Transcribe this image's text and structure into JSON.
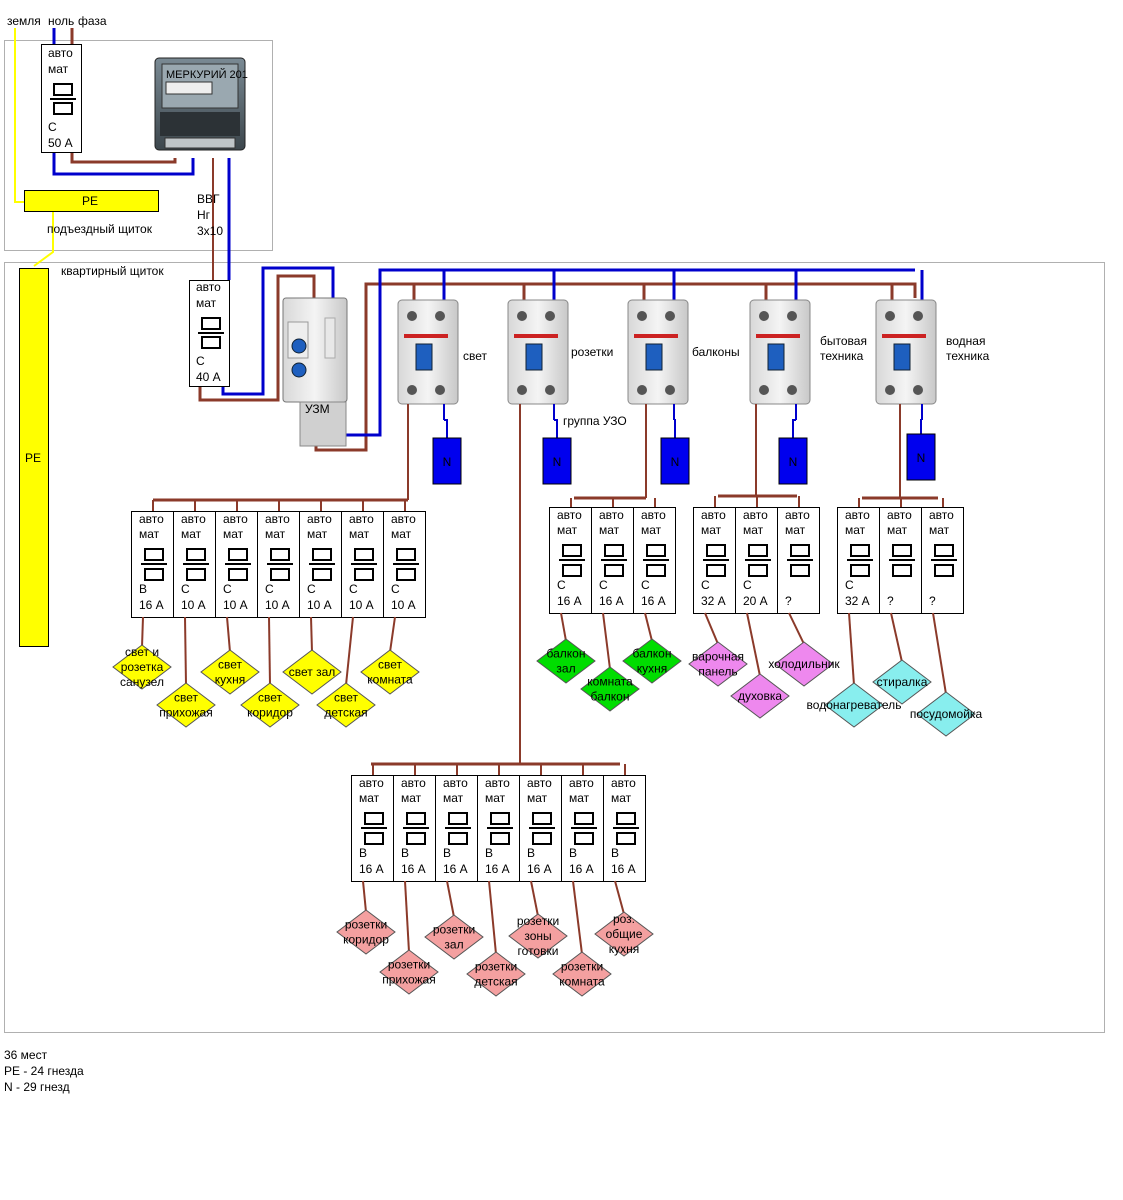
{
  "top_labels": {
    "ground": "земля",
    "neutral": "ноль",
    "phase": "фаза"
  },
  "entrance_panel": "подъездный щиток",
  "apartment_panel": "квартирный щиток",
  "pe_small": "PE",
  "pe_big": "PE",
  "cable": [
    "ВВГ",
    "Нг",
    "3х10"
  ],
  "meter_brand": "МЕРКУРИЙ 201",
  "main_breaker": {
    "line1": "авто",
    "line2": "мат",
    "type": "С",
    "rating": "50 А"
  },
  "input_breaker": {
    "line1": "авто",
    "line2": "мат",
    "type": "С",
    "rating": "40 А"
  },
  "uzm_label": "УЗМ",
  "rcd_group_label": "группа УЗО",
  "rcds": [
    {
      "label": [
        "свет"
      ]
    },
    {
      "label": [
        "розетки"
      ]
    },
    {
      "label": [
        "балконы"
      ]
    },
    {
      "label": [
        "бытовая",
        "техника"
      ]
    },
    {
      "label": [
        "водная",
        "техника"
      ]
    }
  ],
  "neutral_block_label": "N",
  "groups": [
    {
      "breakers": [
        {
          "line1": "авто",
          "line2": "мат",
          "type": "В",
          "rating": "16 А"
        },
        {
          "line1": "авто",
          "line2": "мат",
          "type": "С",
          "rating": "10 А"
        },
        {
          "line1": "авто",
          "line2": "мат",
          "type": "С",
          "rating": "10 А"
        },
        {
          "line1": "авто",
          "line2": "мат",
          "type": "С",
          "rating": "10 А"
        },
        {
          "line1": "авто",
          "line2": "мат",
          "type": "С",
          "rating": "10 А"
        },
        {
          "line1": "авто",
          "line2": "мат",
          "type": "С",
          "rating": "10 А"
        },
        {
          "line1": "авто",
          "line2": "мат",
          "type": "С",
          "rating": "10 А"
        }
      ],
      "loads": [
        {
          "text": [
            "свет и",
            "розетка",
            "санузел"
          ],
          "color": "#ffff00"
        },
        {
          "text": [
            "свет",
            "прихожая"
          ],
          "color": "#ffff00"
        },
        {
          "text": [
            "свет",
            "кухня"
          ],
          "color": "#ffff00"
        },
        {
          "text": [
            "свет",
            "коридор"
          ],
          "color": "#ffff00"
        },
        {
          "text": [
            "свет зал"
          ],
          "color": "#ffff00"
        },
        {
          "text": [
            "свет",
            "детская"
          ],
          "color": "#ffff00"
        },
        {
          "text": [
            "свет",
            "комната"
          ],
          "color": "#ffff00"
        }
      ]
    },
    {
      "breakers": [
        {
          "line1": "авто",
          "line2": "мат",
          "type": "В",
          "rating": "16 А"
        },
        {
          "line1": "авто",
          "line2": "мат",
          "type": "В",
          "rating": "16 А"
        },
        {
          "line1": "авто",
          "line2": "мат",
          "type": "В",
          "rating": "16 А"
        },
        {
          "line1": "авто",
          "line2": "мат",
          "type": "В",
          "rating": "16 А"
        },
        {
          "line1": "авто",
          "line2": "мат",
          "type": "В",
          "rating": "16 А"
        },
        {
          "line1": "авто",
          "line2": "мат",
          "type": "В",
          "rating": "16 А"
        },
        {
          "line1": "авто",
          "line2": "мат",
          "type": "В",
          "rating": "16 А"
        }
      ],
      "loads": [
        {
          "text": [
            "розетки",
            "коридор"
          ],
          "color": "#f4a0a0"
        },
        {
          "text": [
            "розетки",
            "прихожая"
          ],
          "color": "#f4a0a0"
        },
        {
          "text": [
            "розетки",
            "зал"
          ],
          "color": "#f4a0a0"
        },
        {
          "text": [
            "розетки",
            "детская"
          ],
          "color": "#f4a0a0"
        },
        {
          "text": [
            "розетки",
            "зоны",
            "готовки"
          ],
          "color": "#f4a0a0"
        },
        {
          "text": [
            "розетки",
            "комната"
          ],
          "color": "#f4a0a0"
        },
        {
          "text": [
            "роз.",
            "общие",
            "кухня"
          ],
          "color": "#f4a0a0"
        }
      ]
    },
    {
      "breakers": [
        {
          "line1": "авто",
          "line2": "мат",
          "type": "С",
          "rating": "16 А"
        },
        {
          "line1": "авто",
          "line2": "мат",
          "type": "С",
          "rating": "16 А"
        },
        {
          "line1": "авто",
          "line2": "мат",
          "type": "С",
          "rating": "16 А"
        }
      ],
      "loads": [
        {
          "text": [
            "балкон",
            "зал"
          ],
          "color": "#00dd00"
        },
        {
          "text": [
            "комната",
            "балкон"
          ],
          "color": "#00dd00"
        },
        {
          "text": [
            "балкон",
            "кухня"
          ],
          "color": "#00dd00"
        }
      ]
    },
    {
      "breakers": [
        {
          "line1": "авто",
          "line2": "мат",
          "type": "С",
          "rating": "32 А"
        },
        {
          "line1": "авто",
          "line2": "мат",
          "type": "С",
          "rating": "20 А"
        },
        {
          "line1": "авто",
          "line2": "мат",
          "type": "",
          "rating": "?"
        }
      ],
      "loads": [
        {
          "text": [
            "варочная",
            "панель"
          ],
          "color": "#ee88ee"
        },
        {
          "text": [
            "духовка"
          ],
          "color": "#ee88ee"
        },
        {
          "text": [
            "холодильник"
          ],
          "color": "#ee88ee"
        }
      ]
    },
    {
      "breakers": [
        {
          "line1": "авто",
          "line2": "мат",
          "type": "С",
          "rating": "32 А"
        },
        {
          "line1": "авто",
          "line2": "мат",
          "type": "",
          "rating": "?"
        },
        {
          "line1": "авто",
          "line2": "мат",
          "type": "",
          "rating": "?"
        }
      ],
      "loads": [
        {
          "text": [
            "водонагреватель"
          ],
          "color": "#88eeee"
        },
        {
          "text": [
            "стиралка"
          ],
          "color": "#88eeee"
        },
        {
          "text": [
            "посудомойка"
          ],
          "color": "#88eeee"
        }
      ]
    }
  ],
  "notes": [
    "36 мест",
    "PE - 24 гнезда",
    "N - 29 гнезд"
  ],
  "colors": {
    "ground": "#ffff00",
    "neutral": "#0000cc",
    "phase": "#8b3a2a",
    "neutral_block": "#0000ee",
    "panel_border": "#b0b0b0"
  }
}
